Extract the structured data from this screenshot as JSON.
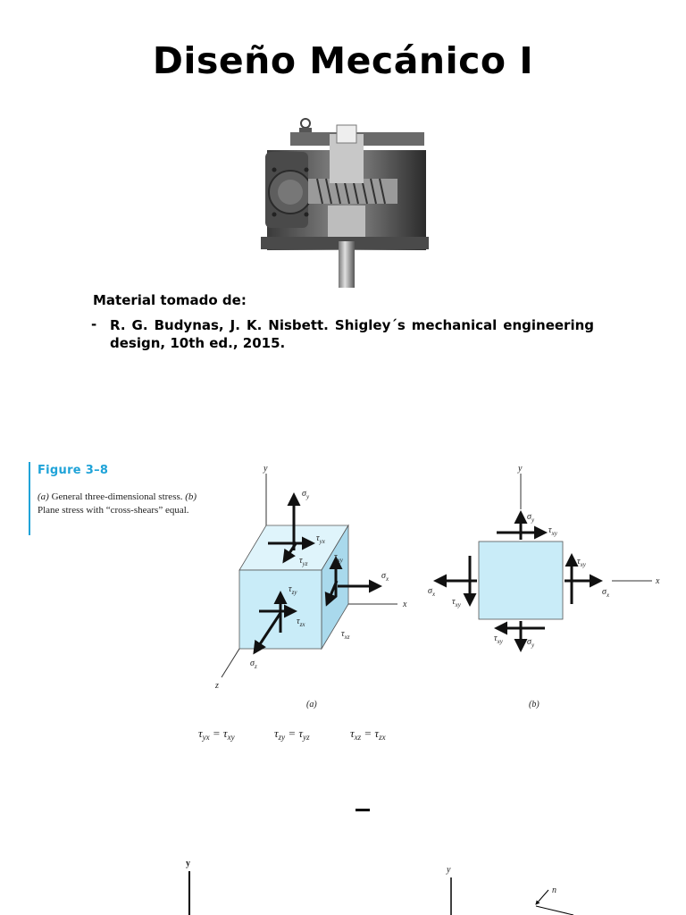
{
  "title": "Diseño Mecánico I",
  "material": {
    "heading": "Material tomado de:",
    "bullet": "-",
    "reference": "R. G. Budynas, J. K. Nisbett. Shigley´s mechanical engineering design, 10th ed., 2015."
  },
  "figure": {
    "label": "Figure 3–8",
    "caption_part_a_marker": "(a)",
    "caption_part_a_text": "General three-dimensional stress.",
    "caption_part_b_marker": "(b)",
    "caption_part_b_text": "Plane stress with “cross-shears” equal.",
    "sub_a": "(a)",
    "sub_b": "(b)"
  },
  "axis_labels": {
    "x": "x",
    "y": "y",
    "z": "z",
    "n": "n"
  },
  "colors": {
    "accent": "#1fa3d8",
    "cube_fill": "#c9ecf8",
    "square_fill": "#c9ecf8"
  }
}
